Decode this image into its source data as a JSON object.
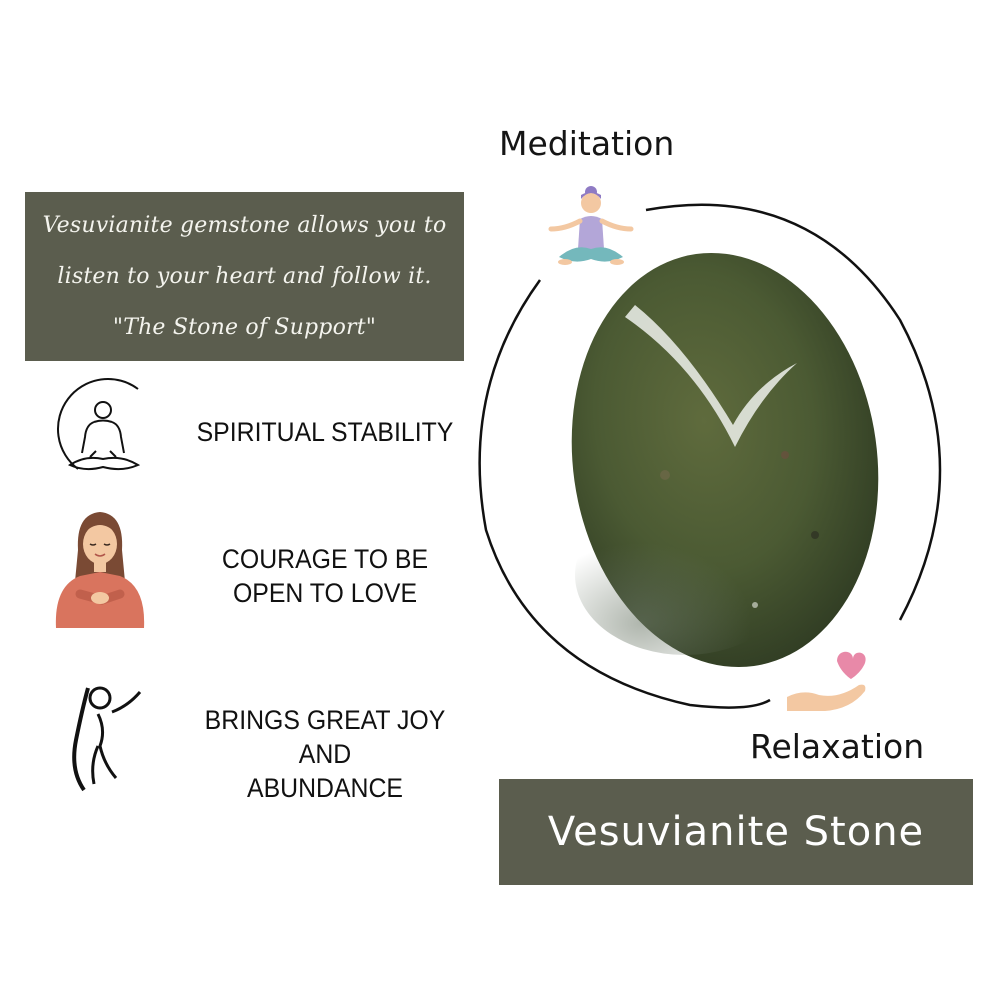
{
  "quote": {
    "lines": [
      "Vesuvianite gemstone allows you to",
      "listen to your heart and follow it.",
      "\"The Stone of Support\""
    ]
  },
  "benefits": [
    {
      "icon": "meditation-outline-icon",
      "lines": [
        "SPIRITUAL STABILITY"
      ]
    },
    {
      "icon": "woman-heart-icon",
      "lines": [
        "COURAGE TO BE",
        "OPEN TO LOVE"
      ]
    },
    {
      "icon": "joyful-figure-icon",
      "lines": [
        "BRINGS GREAT JOY AND",
        "ABUNDANCE"
      ]
    }
  ],
  "labels": {
    "meditation": "Meditation",
    "relaxation": "Relaxation"
  },
  "title": "Vesuvianite Stone",
  "colors": {
    "panel": "#5b5d4e",
    "stone": "#4b5a33",
    "heart": "#e889a8",
    "hand": "#f3c8a2",
    "meditator_shirt": "#b3a6d8",
    "meditator_pants": "#74b8bc",
    "woman_shirt": "#d9745e",
    "woman_hair": "#7a4a34"
  }
}
